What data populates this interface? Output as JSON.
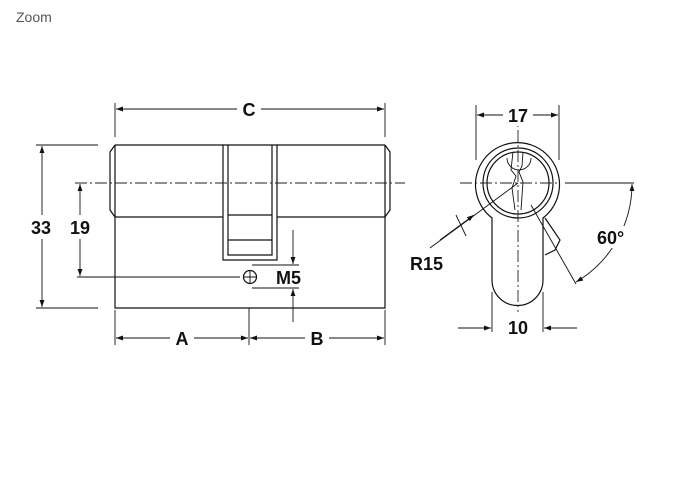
{
  "header": {
    "title": "Zoom"
  },
  "drawing": {
    "side_view": {
      "width_label": "C",
      "height_label": "33",
      "center_height_label": "19",
      "thread_label": "M5",
      "left_length_label": "A",
      "right_length_label": "B"
    },
    "front_view": {
      "diameter_label": "17",
      "radius_label": "R15",
      "profile_width_label": "10",
      "cam_angle_label": "60°"
    }
  }
}
